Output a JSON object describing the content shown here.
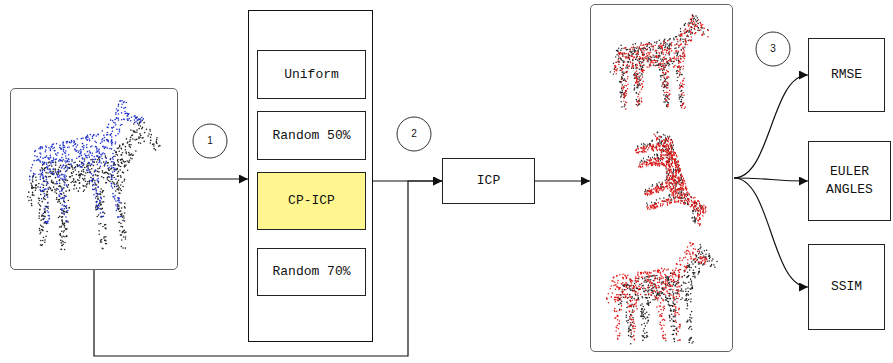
{
  "diagram": {
    "nodes": [
      {
        "text": []
      },
      {
        "text": []
      },
      {
        "text": [
          "Uniform"
        ],
        "in": 1
      },
      {
        "text": [
          "Random 50%"
        ],
        "in": 1
      },
      {
        "text": [
          "CP-ICP"
        ],
        "in": 1
      },
      {
        "text": [
          "Random 70%"
        ],
        "in": 1
      },
      {
        "text": [
          "ICP"
        ]
      },
      {
        "text": []
      },
      {
        "text": [
          "RMSE"
        ]
      },
      {
        "text": [
          "EULER ANGLES"
        ]
      },
      {
        "text": [
          "SSIM"
        ]
      }
    ],
    "edges": [
      {
        "from": 0,
        "to": 1,
        "arrow": "to"
      },
      {
        "from": 1,
        "to": 6,
        "arrow": "to"
      },
      {
        "from": 0,
        "to": 6,
        "arrow": "to"
      },
      {
        "from": 6,
        "to": 7,
        "arrow": "to"
      },
      {
        "from": 7,
        "to": 8,
        "arrow": "to"
      },
      {
        "from": 7,
        "to": 9,
        "arrow": "to"
      },
      {
        "from": 7,
        "to": 10,
        "arrow": "to"
      }
    ],
    "labels": [
      "1",
      "2",
      "3"
    ]
  }
}
